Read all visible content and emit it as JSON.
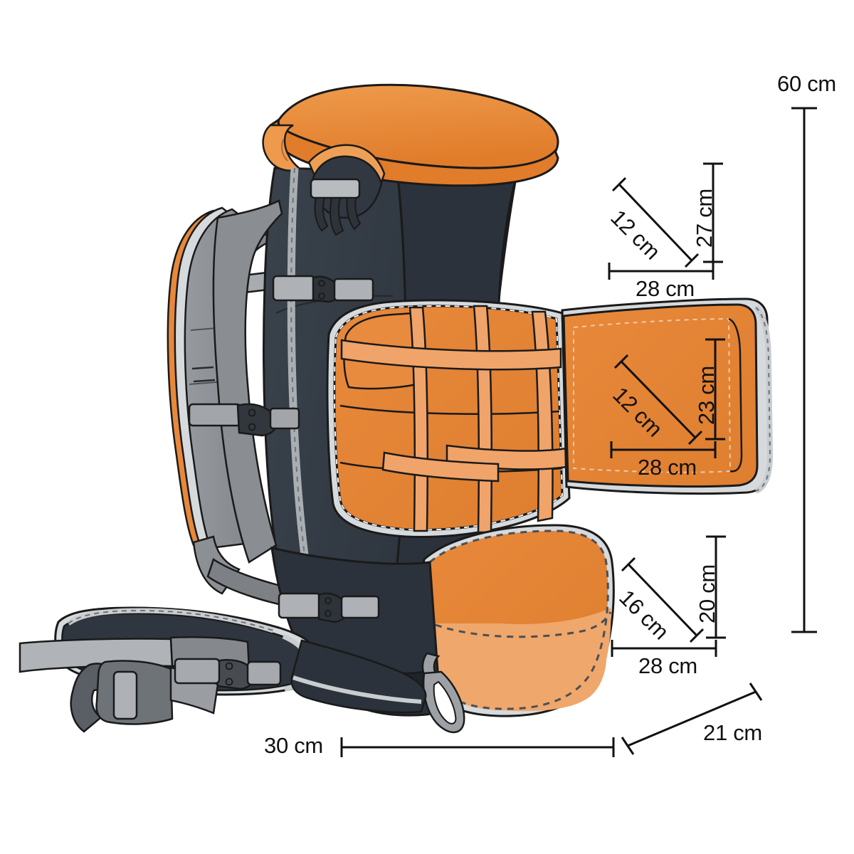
{
  "illustration": {
    "title": "Backpack technical dimension diagram",
    "subject": "hiking-backpack-side-view",
    "background_color": "#ffffff",
    "palette": {
      "orange": "#E8883A",
      "orange_light": "#EFA469",
      "orange_dark": "#D9772B",
      "body_dark": "#343B44",
      "body_darker": "#272D36",
      "gray_strap": "#8C9095",
      "gray_light": "#B6BABD",
      "gray_mid": "#6E7276",
      "buckle_dark": "#4A4F55",
      "outline": "#1A1A1A",
      "stitch": "#C9CDD0",
      "dimension_line": "#111111"
    },
    "parts": [
      {
        "name": "top-lid",
        "color": "#E8883A"
      },
      {
        "name": "main-body",
        "color": "#343B44"
      },
      {
        "name": "shoulder-strap",
        "color": "#8C9095"
      },
      {
        "name": "hip-belt",
        "color": "#343B44"
      },
      {
        "name": "camera-insert-compartment",
        "color": "#E8883A"
      },
      {
        "name": "side-access-flap",
        "color": "#E8883A"
      },
      {
        "name": "bottom-flap",
        "color": "#EFA469"
      },
      {
        "name": "front-zipper",
        "color": "#B6BABD"
      },
      {
        "name": "compression-buckle",
        "color": "#B6BABD"
      },
      {
        "name": "sternum-buckle",
        "color": "#4A4F55"
      },
      {
        "name": "hip-belt-buckle",
        "color": "#6E7276"
      },
      {
        "name": "zipper-pull",
        "color": "#8C9095"
      }
    ]
  },
  "dimensions": {
    "overall_height": {
      "label": "60 cm",
      "orientation": "vertical",
      "value": 60,
      "unit": "cm"
    },
    "overall_width": {
      "label": "30 cm",
      "orientation": "horizontal",
      "value": 30,
      "unit": "cm"
    },
    "overall_depth": {
      "label": "21 cm",
      "orientation": "diagonal",
      "value": 21,
      "unit": "cm"
    },
    "upper_compartment": {
      "group_name": "upper-compartment-dimensions",
      "depth": {
        "label": "12 cm",
        "value": 12,
        "unit": "cm",
        "orientation": "diagonal"
      },
      "height": {
        "label": "27 cm",
        "value": 27,
        "unit": "cm",
        "orientation": "vertical"
      },
      "width": {
        "label": "28 cm",
        "value": 28,
        "unit": "cm",
        "orientation": "horizontal"
      }
    },
    "side_access_compartment": {
      "group_name": "side-access-compartment-dimensions",
      "depth": {
        "label": "12 cm",
        "value": 12,
        "unit": "cm",
        "orientation": "diagonal"
      },
      "height": {
        "label": "23 cm",
        "value": 23,
        "unit": "cm",
        "orientation": "vertical"
      },
      "width": {
        "label": "28 cm",
        "value": 28,
        "unit": "cm",
        "orientation": "horizontal"
      }
    },
    "lower_compartment": {
      "group_name": "lower-compartment-dimensions",
      "depth": {
        "label": "16 cm",
        "value": 16,
        "unit": "cm",
        "orientation": "diagonal"
      },
      "height": {
        "label": "20 cm",
        "value": 20,
        "unit": "cm",
        "orientation": "vertical"
      },
      "width": {
        "label": "28 cm",
        "value": 28,
        "unit": "cm",
        "orientation": "horizontal"
      }
    }
  }
}
